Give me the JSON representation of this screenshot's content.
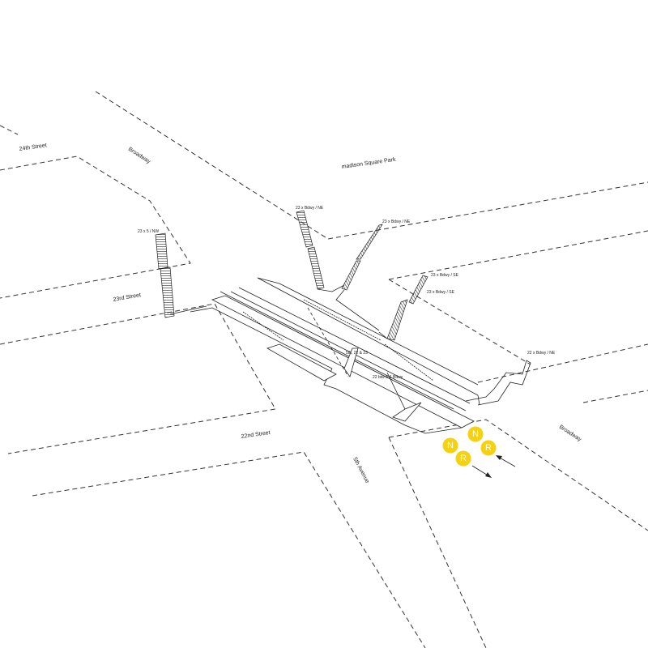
{
  "streets": {
    "s24": "24th Street",
    "s23": "23rd Street",
    "s22": "22nd Street",
    "broadway_n": "Broadway",
    "broadway_s": "Broadway",
    "fifth": "5th Avenue",
    "park": "madison Square Park"
  },
  "entrances": {
    "nw": "23 x 5 / NW",
    "ne1": "23 x Bdwy / NE",
    "ne2": "23 x Bdwy / NE",
    "se1": "23 x Bdwy / SE",
    "se2": "23 x Bdwy / SE",
    "ne22": "22 x Bdwy / NE",
    "fifth": "5th, 22 & 23",
    "mid22": "22 btw 5 & Bdwy"
  },
  "routes": [
    {
      "letter": "N",
      "color": "#F5D10F"
    },
    {
      "letter": "N",
      "color": "#F5D10F"
    },
    {
      "letter": "R",
      "color": "#F5D10F"
    },
    {
      "letter": "R",
      "color": "#F5D10F"
    }
  ]
}
